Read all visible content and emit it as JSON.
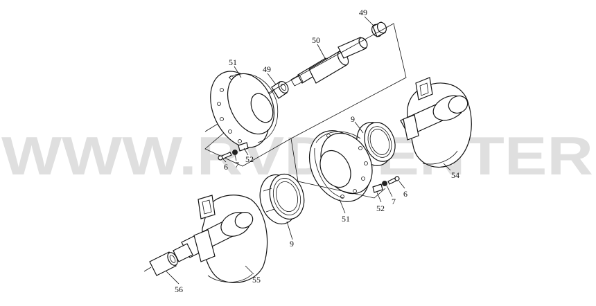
{
  "watermark": "WWW.RVDCENTER",
  "callouts": {
    "c49_top": "49",
    "c50": "50",
    "c51_top": "51",
    "c49_mid": "49",
    "c9_top": "9",
    "c6_left": "6",
    "c7_left": "7",
    "c52_left": "52",
    "c54": "54",
    "c6_right": "6",
    "c7_right": "7",
    "c52_right": "52",
    "c51_bottom": "51",
    "c9_bottom": "9",
    "c56": "56",
    "c55": "55"
  }
}
